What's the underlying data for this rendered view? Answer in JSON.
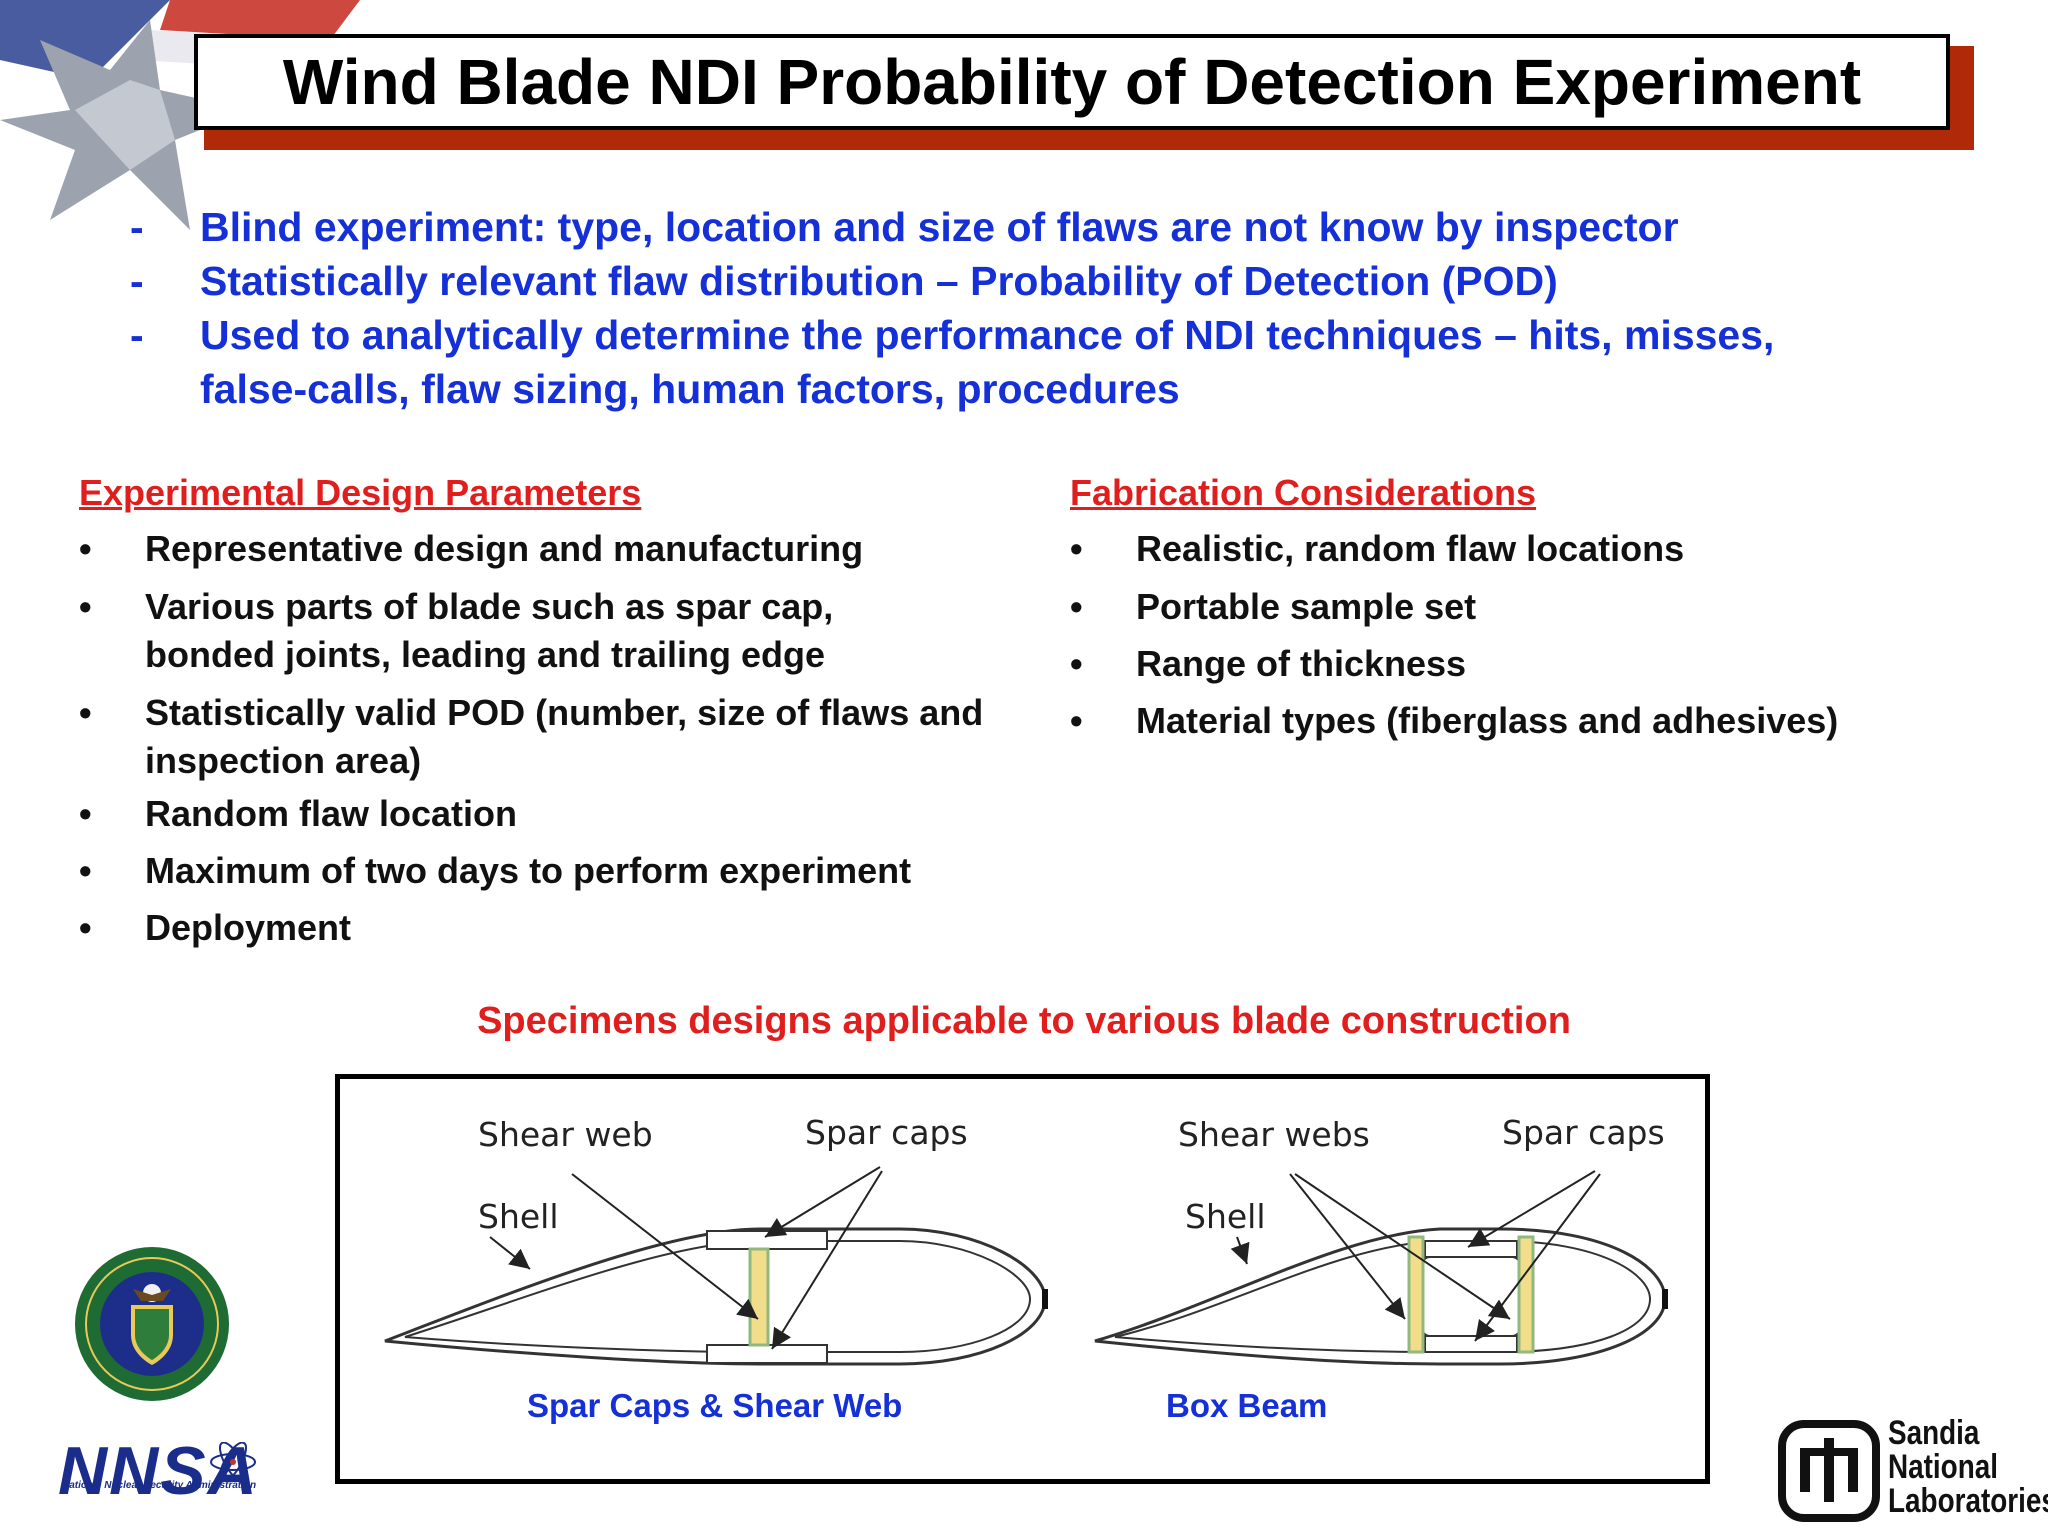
{
  "title": "Wind Blade NDI Probability of Detection Experiment",
  "intro": [
    {
      "dash": "-",
      "text": "Blind experiment:  type, location and size of flaws are not know by inspector"
    },
    {
      "dash": "-",
      "text": "Statistically relevant flaw distribution – Probability of Detection (POD)"
    },
    {
      "dash": "-",
      "text": "Used to analytically determine the performance of NDI techniques – hits, misses, false-calls, flaw sizing, human factors, procedures"
    }
  ],
  "experimental": {
    "heading": "Experimental Design Parameters",
    "bullet": "•",
    "items": [
      "Representative design and manufacturing",
      "Various parts of blade such as spar cap, bonded joints, leading and trailing edge",
      "Statistically valid POD (number, size of flaws and inspection area)",
      "Random flaw location",
      "Maximum of two days to perform experiment",
      "Deployment"
    ]
  },
  "fabrication": {
    "heading": "Fabrication Considerations",
    "bullet": "•",
    "items": [
      "Realistic, random flaw locations",
      "Portable sample set",
      "Range of thickness",
      "Material types (fiberglass and  adhesives)"
    ]
  },
  "specimens_caption": "Specimens designs applicable to various blade construction",
  "diagram_left": {
    "shear_label": "Shear web",
    "spar_label": "Spar caps",
    "shell_label": "Shell",
    "caption": "Spar Caps & Shear Web"
  },
  "diagram_right": {
    "shear_label": "Shear webs",
    "spar_label": "Spar caps",
    "shell_label": "Shell",
    "caption": "Box Beam"
  },
  "logos": {
    "nnsa": "NNSA",
    "nnsa_sub": "National Nuclear Security Administration",
    "sandia_line1": "Sandia",
    "sandia_line2": "National",
    "sandia_line3": "Laboratories"
  },
  "colors": {
    "title_shadow": "#b02a0a",
    "intro_blue": "#1430d6",
    "heading_red": "#e01e1e",
    "web_yellow": "#f2dd8a",
    "web_green": "#9fd49a"
  }
}
